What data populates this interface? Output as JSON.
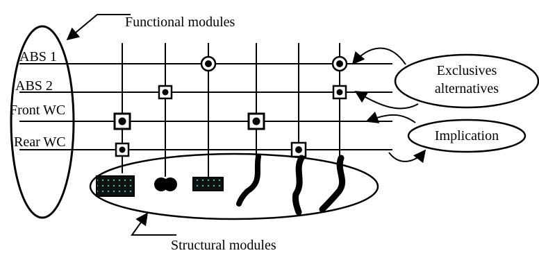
{
  "labels": {
    "functional": "Functional modules",
    "structural": "Structural modules",
    "exclusives_line1": "Exclusives",
    "exclusives_line2": "alternatives",
    "implication": "Implication"
  },
  "rows": [
    "ABS 1",
    "ABS 2",
    "Front WC",
    "Rear WC"
  ]
}
